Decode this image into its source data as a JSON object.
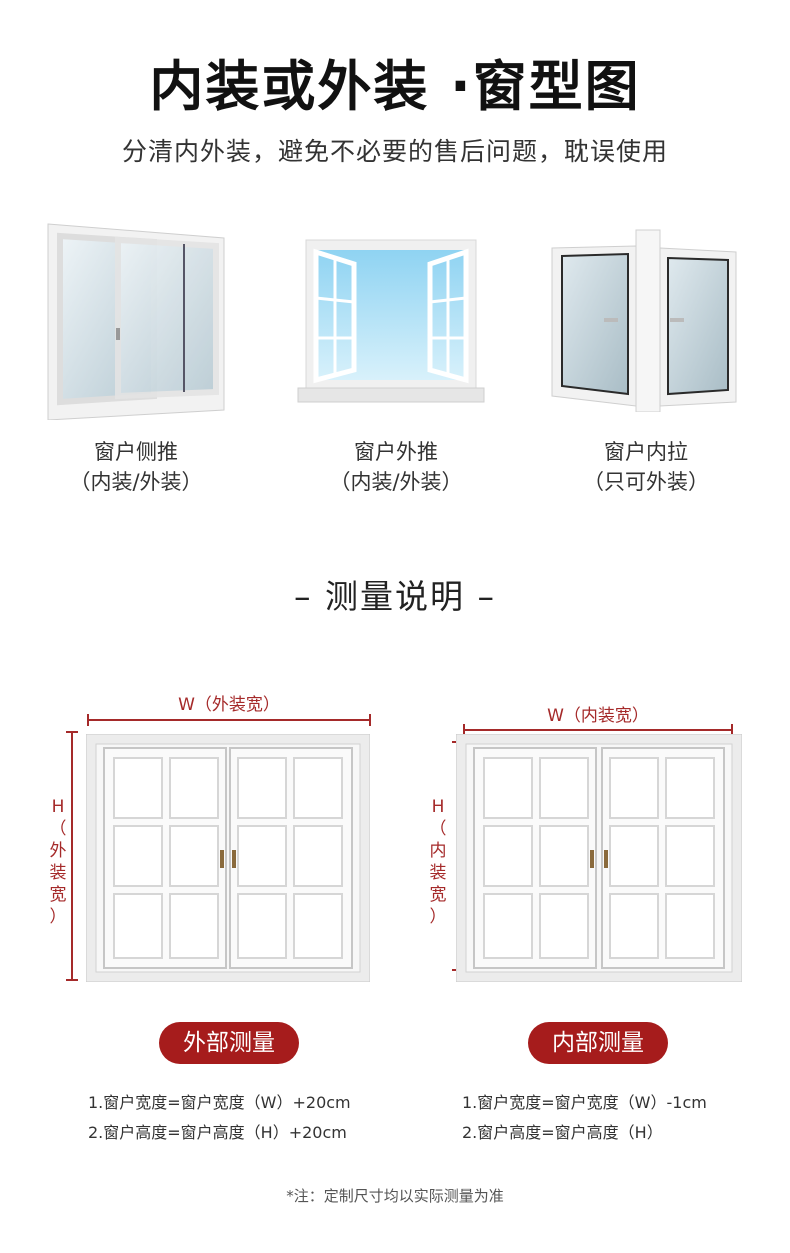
{
  "header": {
    "title": "内装或外装 ·窗型图",
    "subtitle": "分清内外装，避免不必要的售后问题，耽误使用"
  },
  "window_types": [
    {
      "name": "窗户侧推",
      "install": "（内装/外装）"
    },
    {
      "name": "窗户外推",
      "install": "（内装/外装）"
    },
    {
      "name": "窗户内拉",
      "install": "（只可外装）"
    }
  ],
  "measurement": {
    "section_title": "– 测量说明 –",
    "outside": {
      "width_label": "W（外装宽）",
      "height_letter": "H",
      "height_chars": [
        "（",
        "外",
        "装",
        "宽",
        "）"
      ],
      "badge": "外部测量",
      "formula1": "1.窗户宽度=窗户宽度（W）+20cm",
      "formula2": "2.窗户高度=窗户高度（H）+20cm"
    },
    "inside": {
      "width_label": "W（内装宽）",
      "height_letter": "H",
      "height_chars": [
        "（",
        "内",
        "装",
        "宽",
        "）"
      ],
      "badge": "内部测量",
      "formula1": "1.窗户宽度=窗户宽度（W）-1cm",
      "formula2": "2.窗户高度=窗户高度（H）"
    },
    "note": "*注：定制尺寸均以实际测量为准"
  },
  "colors": {
    "accent": "#a61c1c",
    "measure_line": "#a52a2a",
    "frame": "#e8e8e8"
  }
}
